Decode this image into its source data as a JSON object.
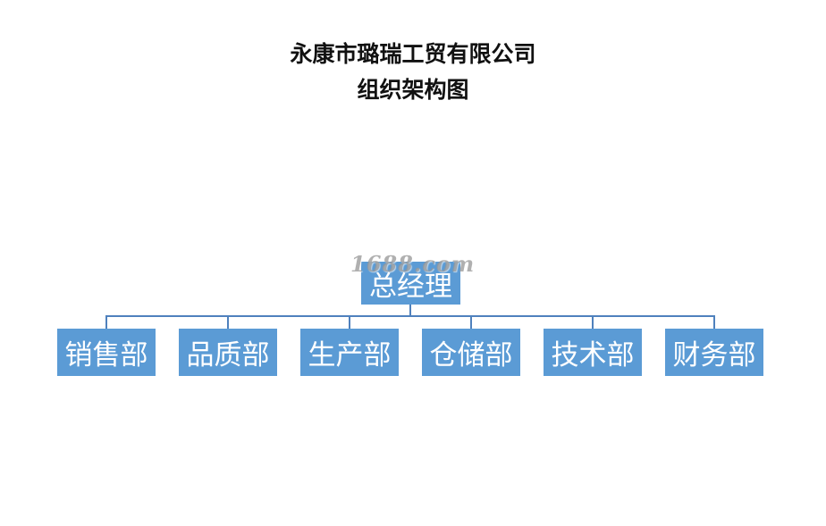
{
  "title": {
    "line1": "永康市璐瑞工贸有限公司",
    "line2": "组织架构图"
  },
  "root": {
    "label": "总经理"
  },
  "departments": [
    {
      "label": "销售部"
    },
    {
      "label": "品质部"
    },
    {
      "label": "生产部"
    },
    {
      "label": "仓储部"
    },
    {
      "label": "技术部"
    },
    {
      "label": "财务部"
    }
  ],
  "watermark": "1688.com",
  "colors": {
    "box_fill": "#5b9bd5",
    "box_text": "#ffffff",
    "connector": "#4f81bd"
  }
}
